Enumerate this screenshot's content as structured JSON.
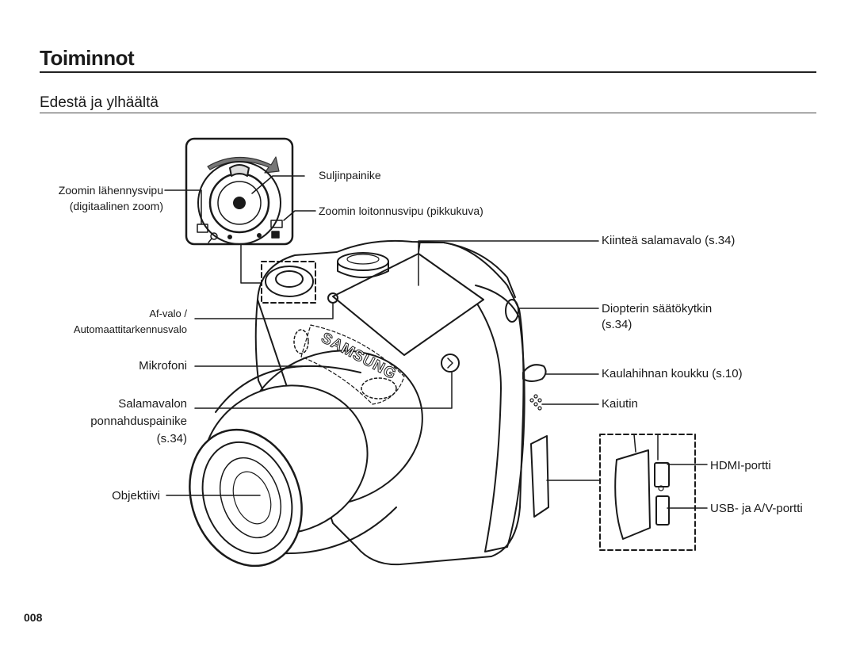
{
  "header": {
    "title": "Toiminnot",
    "subtitle": "Edestä ja ylhäältä"
  },
  "labels": {
    "shutter_button": "Suljinpainike",
    "zoom_in_lever_1": "Zoomin lähennysvipu",
    "zoom_in_lever_2": "(digitaalinen zoom)",
    "zoom_out_lever": "Zoomin loitonnusvipu (pikkukuva)",
    "flash": "Kiinteä salamavalo (s.34)",
    "af_lamp_1": "Af-valo /",
    "af_lamp_2": "Automaattitarkennusvalo",
    "diopter_1": "Diopterin säätökytkin",
    "diopter_2": "(s.34)",
    "microphone": "Mikrofoni",
    "strap_eyelet": "Kaulahihnan koukku (s.10)",
    "speaker": "Kaiutin",
    "flash_popup_1": "Salamavalon",
    "flash_popup_2": "ponnahduspainike",
    "flash_popup_3": "(s.34)",
    "hdmi_port": "HDMI-portti",
    "lens": "Objektiivi",
    "usb_av_port": "USB- ja A/V-portti"
  },
  "camera": {
    "brand": "SAMSUNG"
  },
  "footer": {
    "page_number": "008"
  }
}
